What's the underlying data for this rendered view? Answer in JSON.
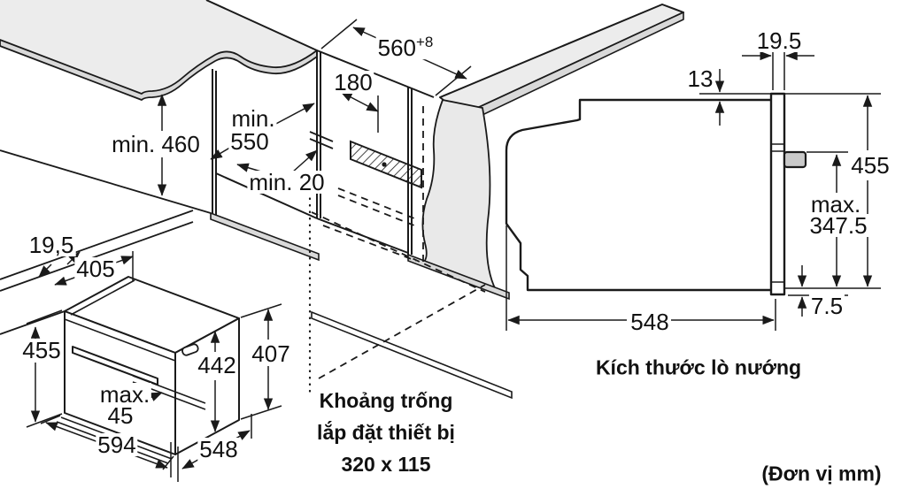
{
  "figure": {
    "side_view_caption": "Kích thước lò nướng",
    "unit_note": "(Đơn vị mm)",
    "installation_note": {
      "line1": "Khoảng trống",
      "line2": "lắp đặt thiết bị",
      "line3": "320 x 115"
    }
  },
  "cabinet_cutout": {
    "height_min": "min. 460",
    "depth_min_word": "min.",
    "depth_min_value": "550",
    "width": "560",
    "width_tolerance": "+8",
    "vent_offset": "180",
    "rear_gap_min": "min. 20"
  },
  "oven_isometric": {
    "top_overhang": "19,5",
    "top_depth": "405",
    "front_height": "455",
    "body_height": "442",
    "rear_height": "407",
    "door_max_word": "max.",
    "door_max_value": "45",
    "front_width": "594",
    "body_depth": "548"
  },
  "oven_side_view": {
    "fascia_depth": "19.5",
    "top_overhang": "13",
    "height": "455",
    "handle_max_word": "max.",
    "handle_max_value": "347.5",
    "bottom_overhang": "7.5",
    "depth": "548"
  },
  "colors": {
    "line": "#1a1a1a",
    "counter_fill": "#ececec",
    "edge_band_fill": "#d9d9d9",
    "panel_fill": "#e9e9e9",
    "handle_fill": "#c9c9c9"
  }
}
